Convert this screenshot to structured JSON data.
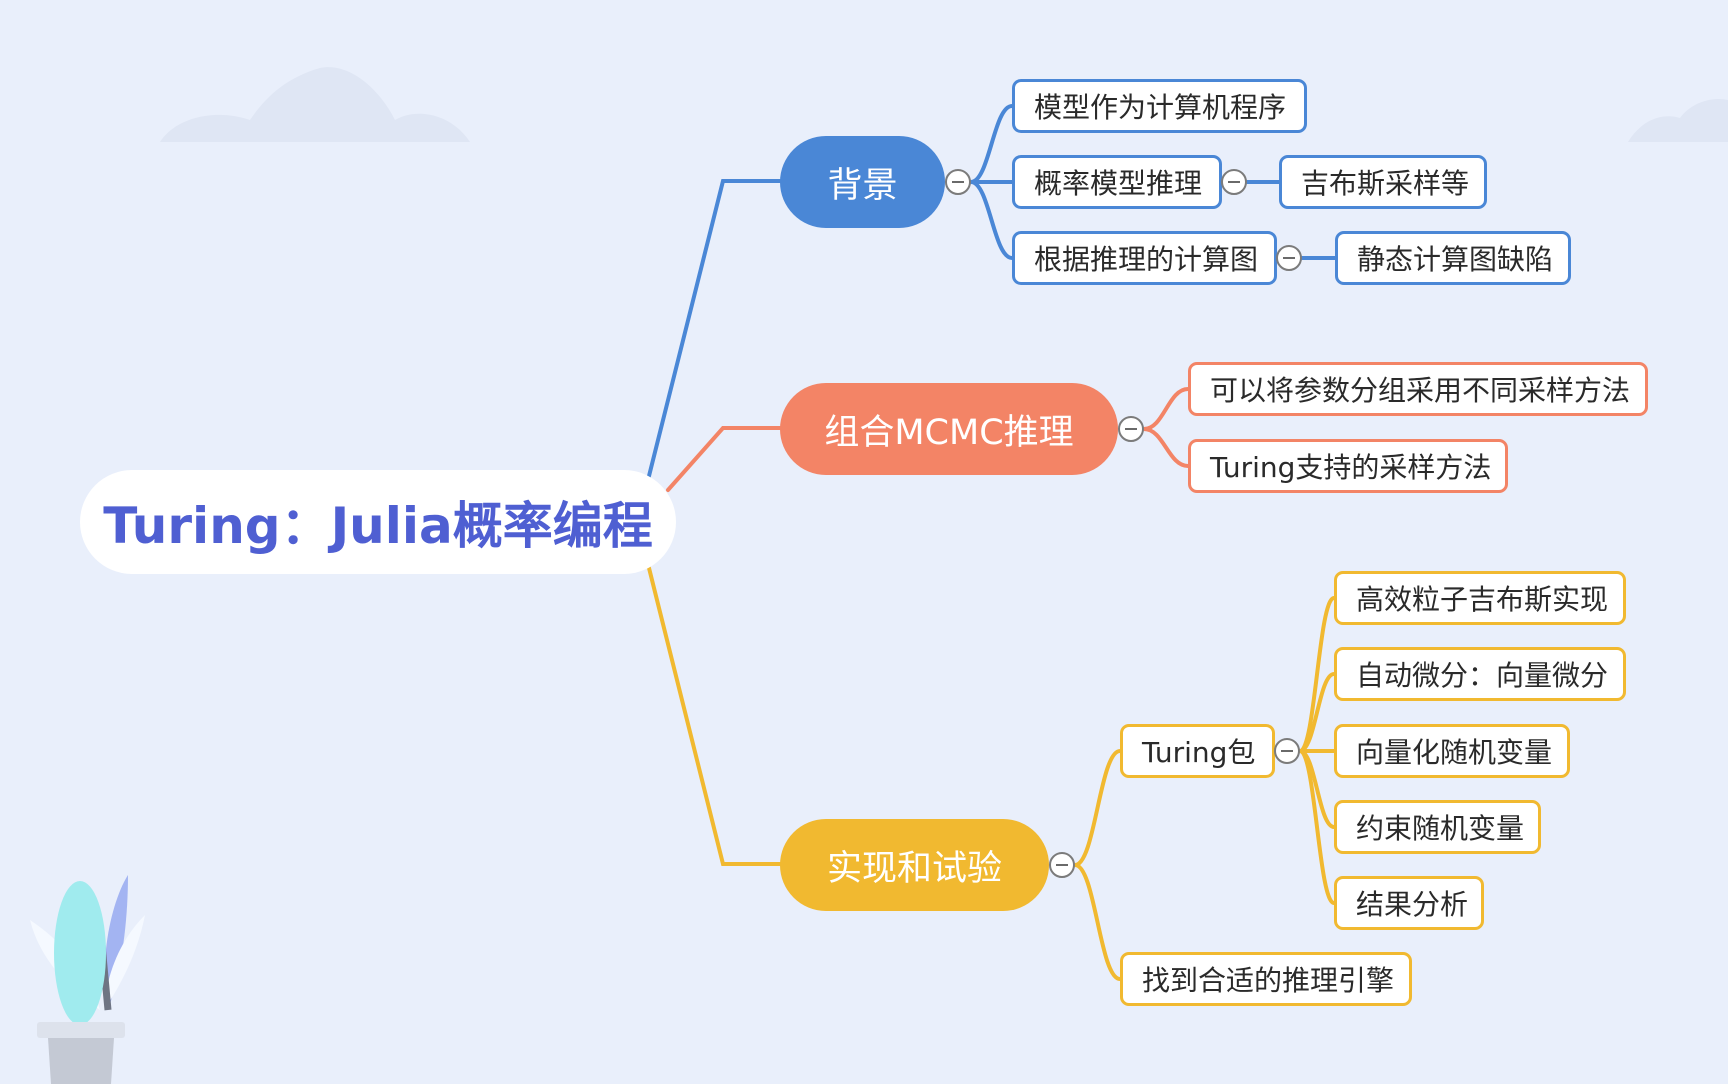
{
  "title": "Turing：Julia概率编程",
  "colors": {
    "blue": "#4a87d6",
    "orange": "#f38466",
    "yellow": "#f1b930",
    "root_text": "#4f5fd2",
    "background": "#e9effb"
  },
  "branches": [
    {
      "label": "背景",
      "color": "#4a87d6",
      "children": [
        {
          "label": "模型作为计算机程序"
        },
        {
          "label": "概率模型推理",
          "children": [
            {
              "label": "吉布斯采样等"
            }
          ]
        },
        {
          "label": "根据推理的计算图",
          "children": [
            {
              "label": "静态计算图缺陷"
            }
          ]
        }
      ]
    },
    {
      "label": "组合MCMC推理",
      "color": "#f38466",
      "children": [
        {
          "label": "可以将参数分组采用不同采样方法"
        },
        {
          "label": "Turing支持的采样方法"
        }
      ]
    },
    {
      "label": "实现和试验",
      "color": "#f1b930",
      "children": [
        {
          "label": "Turing包",
          "children": [
            {
              "label": "高效粒子吉布斯实现"
            },
            {
              "label": "自动微分：向量微分"
            },
            {
              "label": "向量化随机变量"
            },
            {
              "label": "约束随机变量"
            },
            {
              "label": "结果分析"
            }
          ]
        },
        {
          "label": "找到合适的推理引擎"
        }
      ]
    }
  ]
}
